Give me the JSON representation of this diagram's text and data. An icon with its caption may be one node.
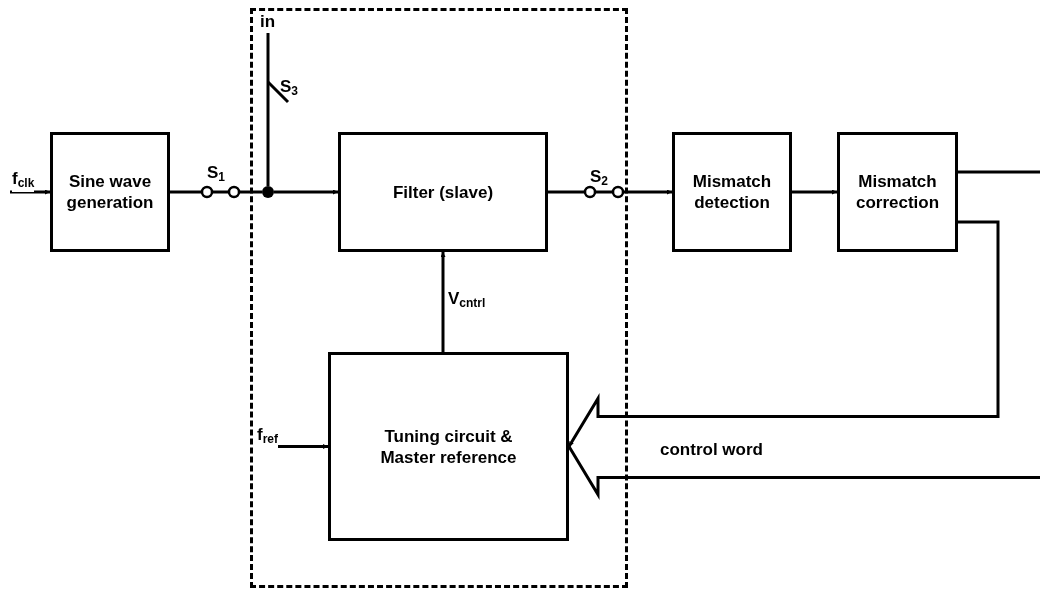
{
  "diagram": {
    "nodes": [
      {
        "text": [],
        "shape": "box"
      },
      {
        "text": [
          "Sine wave generation"
        ]
      },
      {
        "text": [
          "Filter (slave)"
        ],
        "in": 0
      },
      {
        "text": [
          "Tuning circuit & Master reference"
        ],
        "in": 0
      },
      {
        "text": [
          "Mismatch detection"
        ]
      },
      {
        "text": [
          "Mismatch correction"
        ]
      },
      {
        "text": [],
        "shape": "circle",
        "in": 0
      },
      {
        "text": [
          "in"
        ],
        "in": 0
      }
    ],
    "edges": [
      {
        "from": null,
        "to": 1,
        "arrow": "to",
        "label": "f$_{clk}$"
      },
      {
        "from": 1,
        "to": 6,
        "arrow": "none"
      },
      {
        "from": 6,
        "to": 2,
        "arrow": "to"
      },
      {
        "from": 7,
        "to": 6,
        "arrow": "none"
      },
      {
        "from": 2,
        "to": 4,
        "arrow": "to"
      },
      {
        "from": 4,
        "to": 5,
        "arrow": "to"
      },
      {
        "from": 3,
        "to": 2,
        "arrow": "to",
        "label": "V$_{cntrl}$"
      },
      {
        "from": null,
        "to": 3,
        "arrow": "to",
        "label": "f$_{ref}$"
      },
      {
        "from": 5,
        "to": 3,
        "arrow": "to",
        "label": "control word"
      },
      {
        "from": 5,
        "to": null,
        "arrow": "none"
      }
    ],
    "labels": [
      "S$_{3}$",
      "S$_{1}$",
      "S$_{2}$"
    ]
  }
}
